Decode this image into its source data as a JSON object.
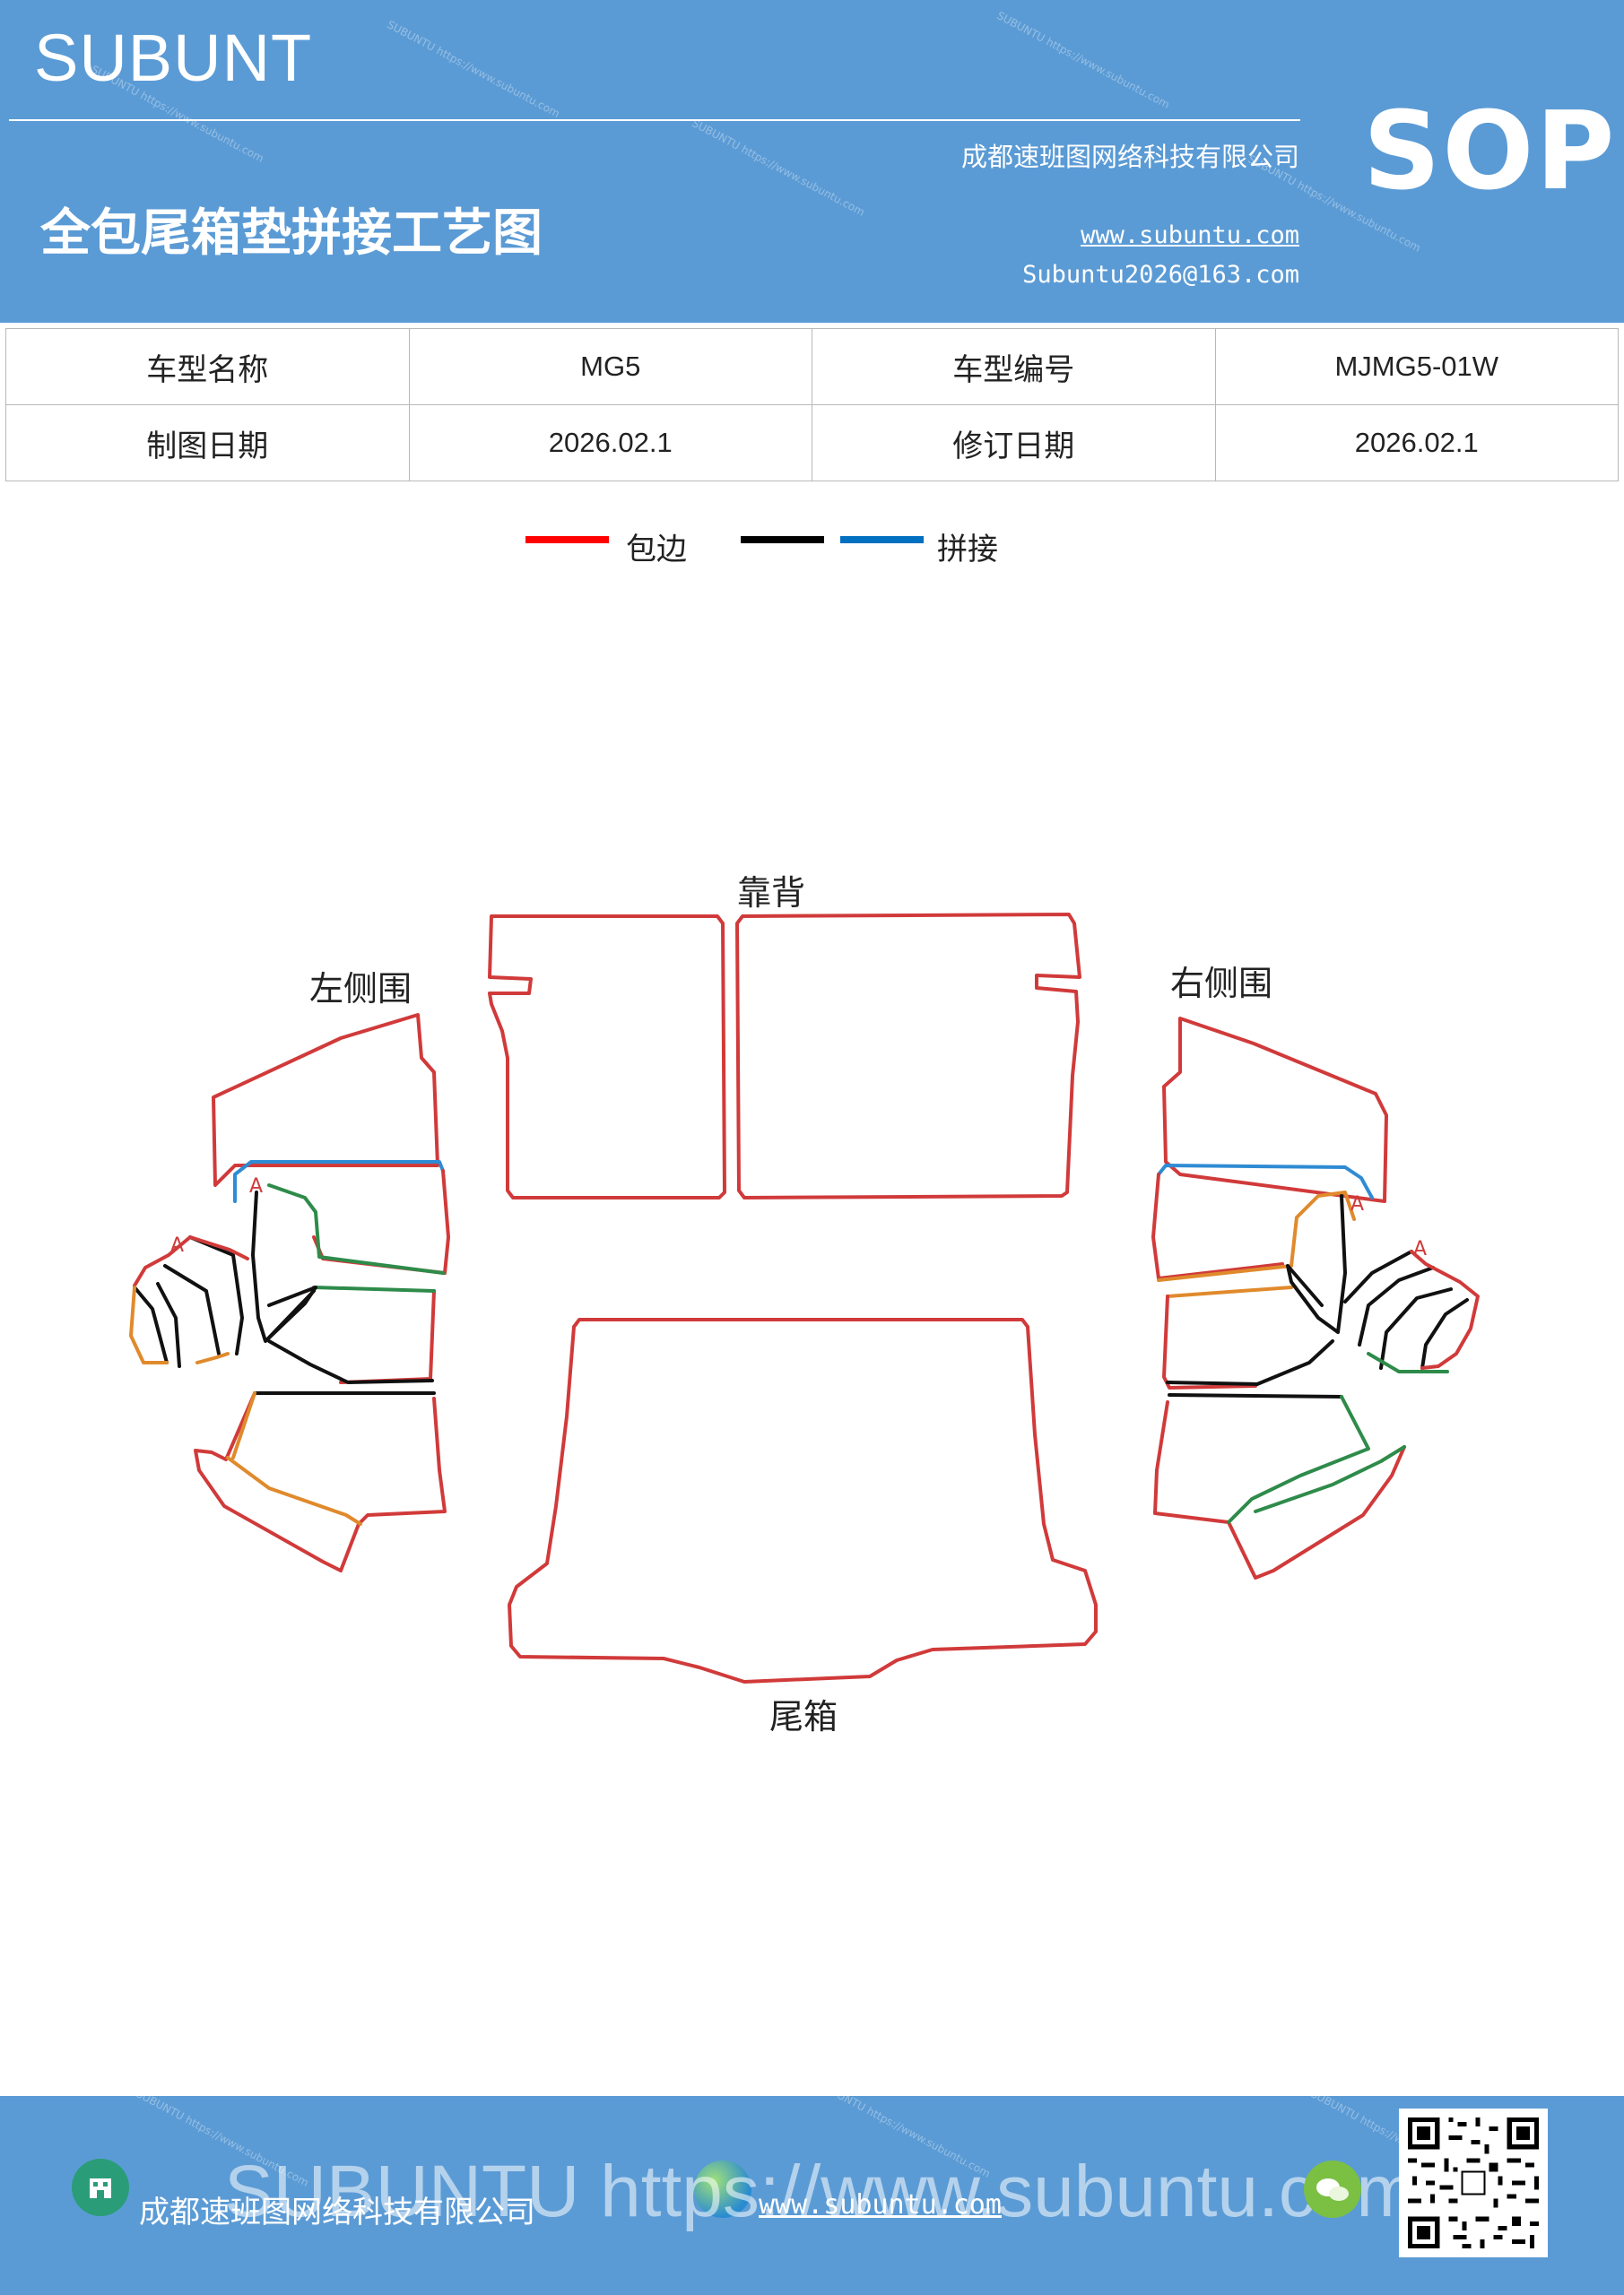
{
  "header": {
    "brand": "SUBUNT",
    "title": "全包尾箱垫拼接工艺图",
    "company": "成都速班图网络科技有限公司",
    "website": "www.subuntu.com",
    "email": "Subuntu2026@163.com",
    "badge": "SOP"
  },
  "info_table": {
    "model_name_label": "车型名称",
    "model_name_value": "MG5",
    "model_code_label": "车型编号",
    "model_code_value": "MJMG5-01W",
    "draw_date_label": "制图日期",
    "draw_date_value": "2026.02.1",
    "revise_date_label": "修订日期",
    "revise_date_value": "2026.02.1"
  },
  "legend": {
    "edge_label": "包边",
    "splice_label": "拼接",
    "edge_color": "#ff0000",
    "splice_colors": [
      "#000000",
      "#0070c0"
    ]
  },
  "diagram": {
    "back_label": "靠背",
    "left_label": "左侧围",
    "right_label": "右侧围",
    "trunk_label": "尾箱",
    "marker": "A",
    "colors": {
      "edge": "#d13a3a",
      "blue": "#2f8bd3",
      "green": "#2e8b4a",
      "orange": "#e08a2c",
      "black": "#111111"
    }
  },
  "footer": {
    "company": "成都速班图网络科技有限公司",
    "website": "www.subuntu.com",
    "watermark": "SUBUNTU https://www.subuntu.com"
  }
}
